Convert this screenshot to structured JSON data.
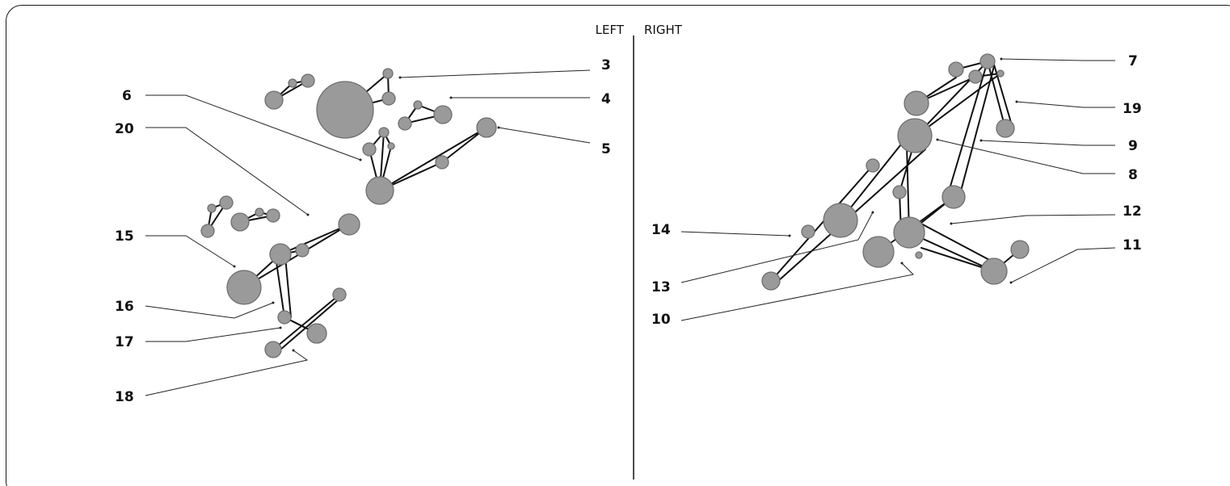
{
  "headers": {
    "left": "LEFT",
    "right": "RIGHT"
  },
  "labels": {
    "l3": "3",
    "l4": "4",
    "l5": "5",
    "l6": "6",
    "l7": "7",
    "l8": "8",
    "l9": "9",
    "l10": "10",
    "l11": "11",
    "l12": "12",
    "l13": "13",
    "l14": "14",
    "l15": "15",
    "l16": "16",
    "l17": "17",
    "l18": "18",
    "l19": "19",
    "l20": "20"
  },
  "colors": {
    "joint_fill": "#9a9a9a",
    "joint_stroke": "#6e6e6e",
    "line": "#111111"
  }
}
